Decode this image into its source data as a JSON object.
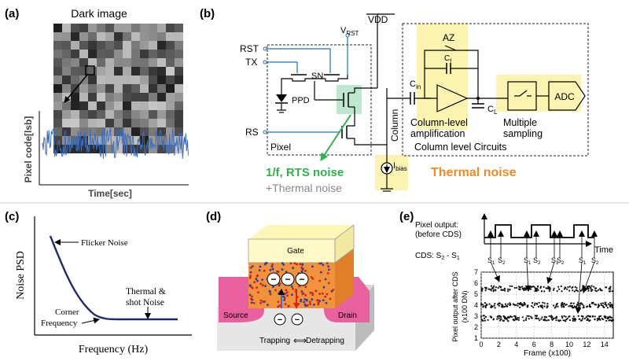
{
  "panel_a": {
    "tag": "(a)",
    "title": "Dark image",
    "ylabel": "Pixel code[lsb]",
    "xlabel": "Time[sec]"
  },
  "panel_b": {
    "tag": "(b)",
    "vdd": "VDD",
    "vrst": "V",
    "vrst_sub": "RST",
    "rst": "RST",
    "tx": "TX",
    "rs": "RS",
    "sn": "SN",
    "ppd": "PPD",
    "pixel": "Pixel",
    "column": "Column",
    "ibias": "I",
    "ibias_sub": "bias",
    "az": "AZ",
    "cf": "C",
    "cf_sub": "f",
    "cin": "C",
    "cin_sub": "in",
    "cl": "C",
    "cl_sub": "L",
    "adc": "ADC",
    "col_amp_1": "Column-level",
    "col_amp_2": "amplification",
    "sampling_1": "Multiple",
    "sampling_2": "sampling",
    "col_circuits": "Column level Circuits",
    "noise_rts": "1/f, RTS noise",
    "noise_thermal_plus": "+Thermal noise",
    "noise_thermal": "Thermal noise",
    "colors": {
      "green": "#2db34a",
      "orange": "#f08a24",
      "yellow": "#fbf3b0",
      "teal": "#bfe6cf",
      "blue": "#1f6fc0"
    }
  },
  "panel_c": {
    "tag": "(c)",
    "ylabel": "Noise PSD",
    "xlabel": "Frequency (Hz)",
    "flicker": "Flicker Noise",
    "thermal_1": "Thermal &",
    "thermal_2": "shot Noise",
    "corner_1": "Corner",
    "corner_2": "Frequency"
  },
  "panel_d": {
    "tag": "(d)",
    "gate": "Gate",
    "source": "Source",
    "drain": "Drain",
    "trapping": "Trapping",
    "arrow": "⟺",
    "detrapping": "Detrapping",
    "charge": "−"
  },
  "panel_e": {
    "tag": "(e)",
    "pixel_output_1": "Pixel output:",
    "pixel_output_2": "(before CDS)",
    "time": "Time",
    "cds": "CDS: S",
    "cds_rest": " - S",
    "s1": "S",
    "s2": "S",
    "sub1": "1",
    "sub2": "2",
    "ylabel_1": "Pixel output after CDS",
    "ylabel_2": "(x100 DN)",
    "xlabel": "Frame (x100)",
    "xticks": [
      "0",
      "2",
      "4",
      "6",
      "8",
      "10",
      "12",
      "14"
    ],
    "yticks": [
      "1",
      "2",
      "3",
      "4",
      "5",
      "6",
      "7"
    ]
  }
}
